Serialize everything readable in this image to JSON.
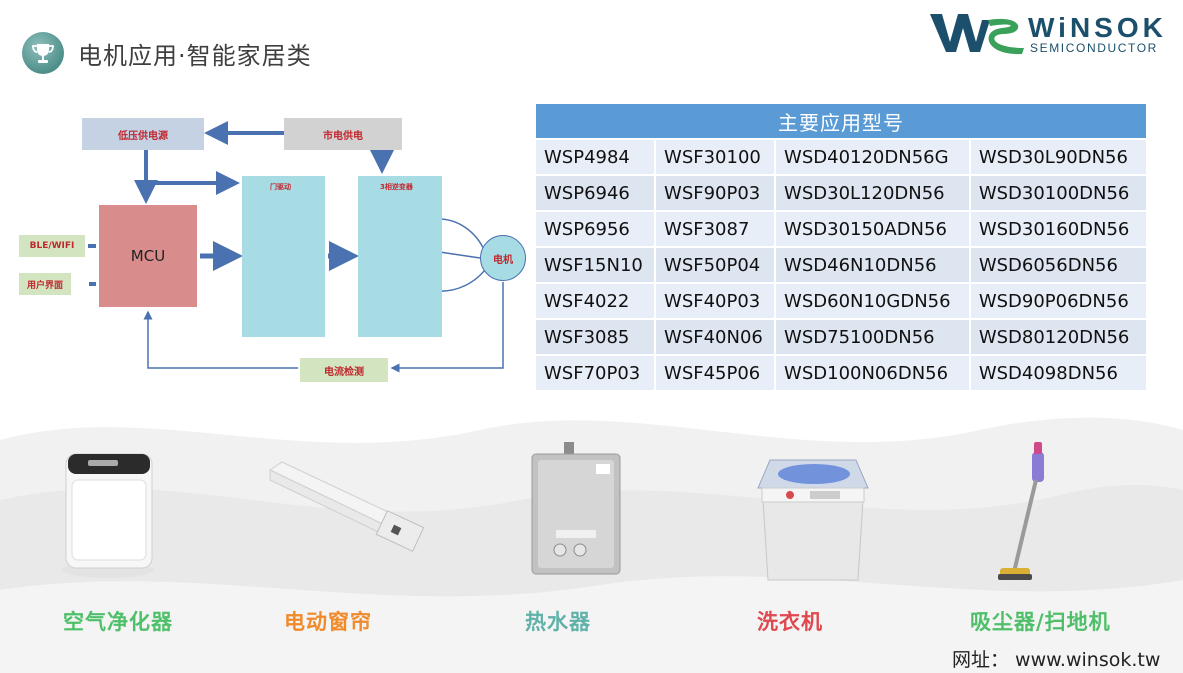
{
  "header": {
    "title": "电机应用·智能家居类",
    "badge_icon": "trophy-icon",
    "accent_color": "#4f8f8a"
  },
  "logo": {
    "wordmark": "WiNSOK",
    "subtitle": "SEMICONDUCTOR",
    "mark_text": "WS",
    "colors": {
      "navy": "#1b4f6b",
      "green": "#3aa15a"
    }
  },
  "diagram": {
    "low_voltage_supply": "低压供电源",
    "mains_supply": "市电供电",
    "mcu": "MCU",
    "ble_wifi": "BLE/WIFI",
    "user_interface": "用户界面",
    "gate_driver": "门驱动",
    "inverter": "3相逆变器",
    "motor": "电机",
    "current_sense": "电流检测"
  },
  "models": {
    "header": "主要应用型号",
    "rows": [
      [
        "WSP4984",
        "WSF30100",
        "WSD40120DN56G",
        "WSD30L90DN56"
      ],
      [
        "WSP6946",
        "WSF90P03",
        "WSD30L120DN56",
        "WSD30100DN56"
      ],
      [
        "WSP6956",
        "WSF3087",
        "WSD30150ADN56",
        "WSD30160DN56"
      ],
      [
        "WSF15N10",
        "WSF50P04",
        "WSD46N10DN56",
        "WSD6056DN56"
      ],
      [
        "WSF4022",
        "WSF40P03",
        "WSD60N10GDN56",
        "WSD90P06DN56"
      ],
      [
        "WSF3085",
        "WSF40N06",
        "WSD75100DN56",
        "WSD80120DN56"
      ],
      [
        "WSF70P03",
        "WSF45P06",
        "WSD100N06DN56",
        "WSD4098DN56"
      ]
    ]
  },
  "products": [
    {
      "label": "空气净化器",
      "color": "#4fbf6a",
      "icon": "air-purifier-icon"
    },
    {
      "label": "电动窗帘",
      "color": "#f08a2b",
      "icon": "curtain-motor-icon"
    },
    {
      "label": "热水器",
      "color": "#5fb1a9",
      "icon": "water-heater-icon"
    },
    {
      "label": "洗衣机",
      "color": "#e0484f",
      "icon": "washing-machine-icon"
    },
    {
      "label": "吸尘器/扫地机",
      "color": "#4fbf6a",
      "icon": "vacuum-cleaner-icon"
    }
  ],
  "footer": {
    "website": "网址： www.winsok.tw"
  }
}
